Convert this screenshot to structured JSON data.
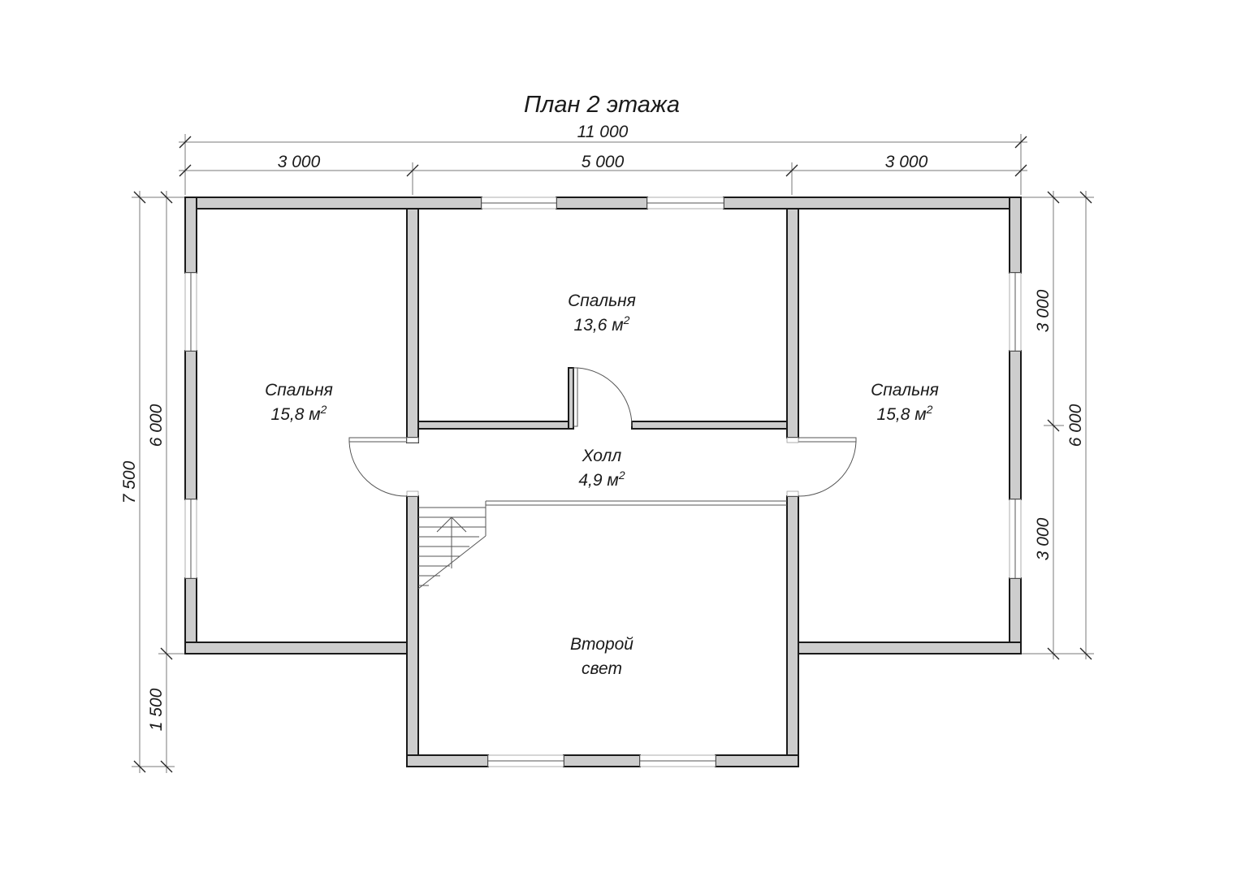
{
  "title": "План 2 этажа",
  "dimensions": {
    "overall_width": "11 000",
    "top_left": "3 000",
    "top_middle": "5 000",
    "top_right": "3 000",
    "left_total": "7 500",
    "left_main": "6 000",
    "left_bottom": "1 500",
    "right_upper": "3 000",
    "right_lower": "3 000",
    "right_total": "6 000"
  },
  "rooms": {
    "bedroom_left": {
      "name": "Спальня",
      "area": "15,8 м",
      "sup": "2"
    },
    "bedroom_center": {
      "name": "Спальня",
      "area": "13,6 м",
      "sup": "2"
    },
    "bedroom_right": {
      "name": "Спальня",
      "area": "15,8 м",
      "sup": "2"
    },
    "hall": {
      "name": "Холл",
      "area": "4,9 м",
      "sup": "2"
    },
    "second_light": {
      "line1": "Второй",
      "line2": "свет"
    }
  },
  "colors": {
    "wall_fill": "#cdcdcd",
    "wall_stroke": "#1a1a1a",
    "dimension_line": "#7a7a7a"
  }
}
